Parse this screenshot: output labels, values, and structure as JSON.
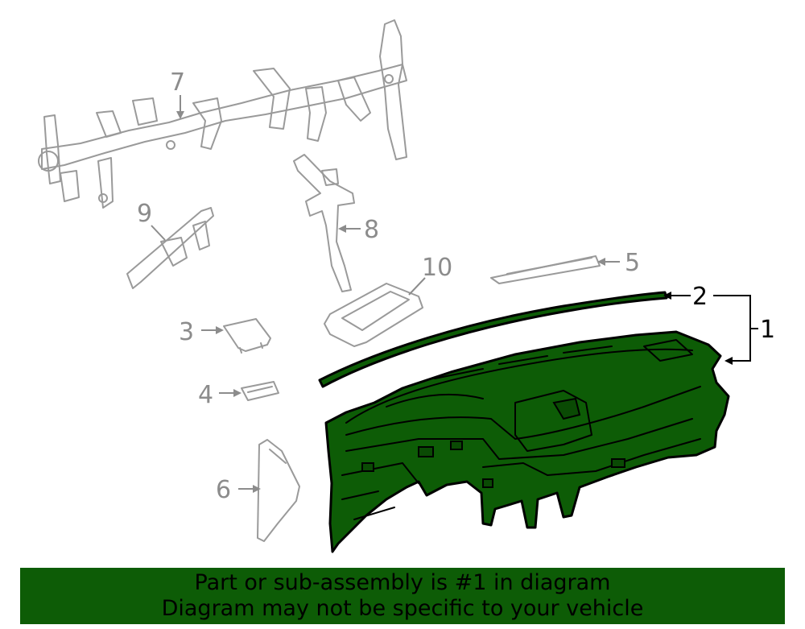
{
  "diagram": {
    "callouts": [
      {
        "id": "1",
        "label": "1",
        "highlighted": true
      },
      {
        "id": "2",
        "label": "2",
        "highlighted": true
      },
      {
        "id": "3",
        "label": "3",
        "highlighted": false
      },
      {
        "id": "4",
        "label": "4",
        "highlighted": false
      },
      {
        "id": "5",
        "label": "5",
        "highlighted": false
      },
      {
        "id": "6",
        "label": "6",
        "highlighted": false
      },
      {
        "id": "7",
        "label": "7",
        "highlighted": false
      },
      {
        "id": "8",
        "label": "8",
        "highlighted": false
      },
      {
        "id": "9",
        "label": "9",
        "highlighted": false
      },
      {
        "id": "10",
        "label": "10",
        "highlighted": false
      }
    ],
    "colors": {
      "highlight": "#0d5c06",
      "ghost_line": "#9a9a9a",
      "callout_gray": "#8c8c8c",
      "callout_black": "#000000"
    }
  },
  "banner": {
    "line1": "Part or sub-assembly is #1 in diagram",
    "line2": "Diagram may not be specific to your vehicle"
  }
}
